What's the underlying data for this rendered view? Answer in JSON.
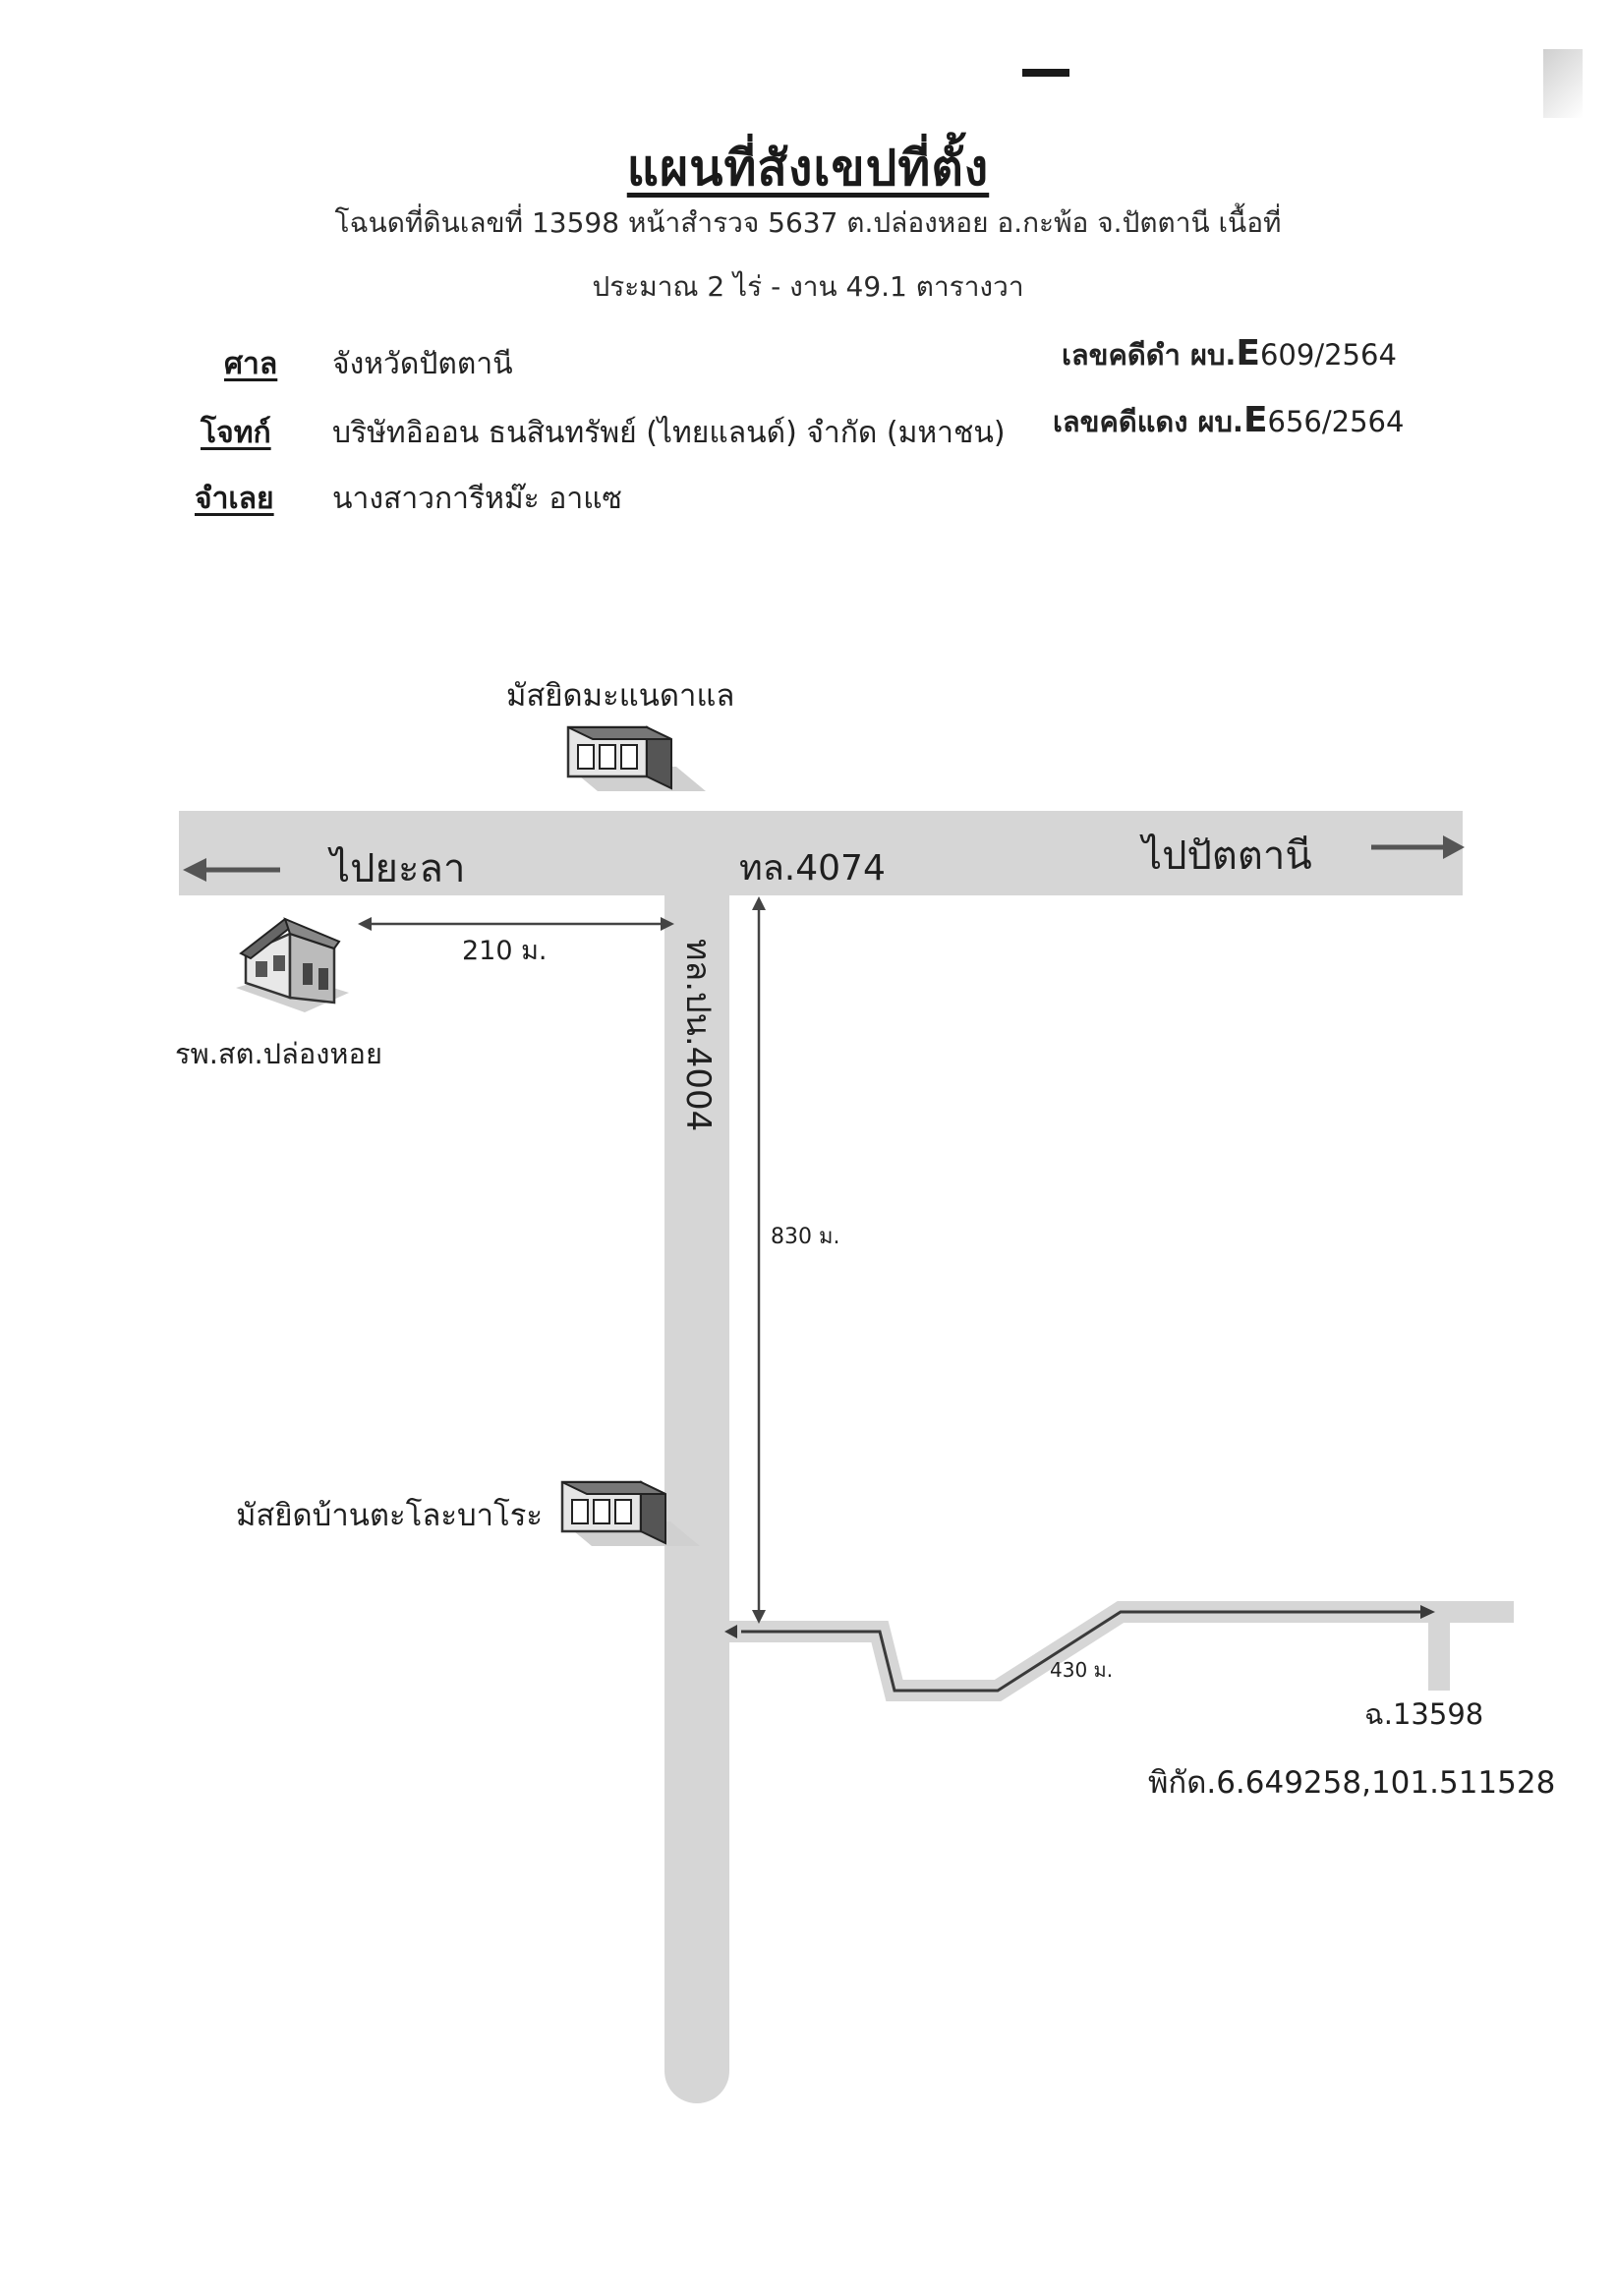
{
  "document": {
    "title": "แผนที่สังเขปที่ตั้ง",
    "subtitle_line1": "โฉนดที่ดินเลขที่ 13598 หน้าสำรวจ 5637 ต.ปล่องหอย อ.กะพ้อ จ.ปัตตานี เนื้อที่",
    "subtitle_line2": "ประมาณ 2 ไร่  -  งาน  49.1  ตารางวา"
  },
  "case_info": {
    "court_label": "ศาล",
    "court_value": "จังหวัดปัตตานี",
    "plaintiff_label": "โจทก์",
    "plaintiff_value": "บริษัทอิออน ธนสินทรัพย์ (ไทยแลนด์) จำกัด (มหาชน)",
    "defendant_label": "จำเลย",
    "defendant_value": "นางสาวการีหม๊ะ  อาแซ",
    "black_case_label": "เลขคดีดำ ผบ.",
    "black_case_prefix": "E",
    "black_case_number": "609/2564",
    "red_case_label": "เลขคดีแดง ผบ.",
    "red_case_prefix": "E",
    "red_case_number": "656/2564"
  },
  "map": {
    "road_main_label": "ทล.4074",
    "road_branch_label": "ทล.ปน.4004",
    "direction_left": "ไปยะลา",
    "direction_right": "ไปปัตตานี",
    "landmark_mosque_top": "มัสยิดมะแนดาแล",
    "landmark_hospital": "รพ.สต.ปล่องหอย",
    "landmark_mosque_lower": "มัสยิดบ้านตะโละบาโระ",
    "distance_horizontal": "210 ม.",
    "distance_vertical": "830 ม.",
    "distance_lane": "430 ม.",
    "plot_label": "ฉ.13598",
    "coordinates": "พิกัด.6.649258,101.511528",
    "road_color": "#d6d6d6",
    "icons": [
      "mosque-building-icon",
      "hospital-building-icon",
      "mosque-building-icon"
    ]
  }
}
